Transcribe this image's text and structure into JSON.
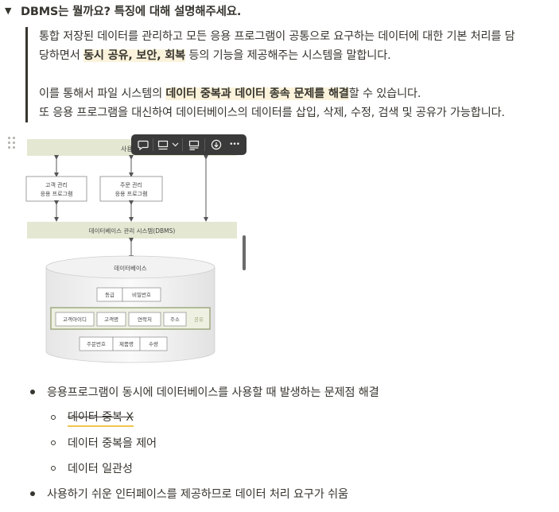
{
  "toggle": {
    "arrow": "▼",
    "title": "DBMS는 뭘까요? 특징에 대해 설명해주세요."
  },
  "quote": {
    "line1": "통합 저장된 데이터를 관리하고 모든 응용 프로그램이 공통으로 요구하는 데이터에 대한 기본 처리를 담",
    "line2_pre": "당하면서 ",
    "line2_hl": "동시 공유, 보안, 회복",
    "line2_post": " 등의 기능을 제공해주는 시스템을 말합니다.",
    "line3_pre": "이를 통해서 파일 시스템의 ",
    "line3_hl": "데이터 중복과 데이터 종속 문제를 해결",
    "line3_post": "할 수 있습니다.",
    "line4": "또 응용 프로그램을 대신하여 데이터베이스의 데이터를 삽입, 삭제, 수정, 검색 및 공유가 가능합니다."
  },
  "diagram": {
    "top_box": "사용",
    "app1_l1": "고객 관리",
    "app1_l2": "응용 프로그램",
    "app2_l1": "주문 관리",
    "app2_l2": "응용 프로그램",
    "dbms_bar": "데이터베이스 관리 시스템(DBMS)",
    "db_label": "데이터베이스",
    "row1": [
      "등급",
      "비밀번호"
    ],
    "row2": [
      "고객아이디",
      "고객명",
      "연락처",
      "주소"
    ],
    "row2_tag": "공유",
    "row3": [
      "주문번호",
      "제품명",
      "수량"
    ]
  },
  "toolbar": {
    "comment_icon": "speech-bubble-icon",
    "caption_icon": "caption-icon",
    "align_icon": "align-icon",
    "download_icon": "download-icon",
    "more_icon": "more-icon",
    "more_glyph": "•••"
  },
  "bullets": {
    "b1": "응용프로그램이 동시에 데이터베이스를 사용할 때 발생하는 문제점 해결",
    "b1_1": "데이터 중복 X",
    "b1_2": "데이터 중복을 제어",
    "b1_3": "데이터 일관성",
    "b2": "사용하기 쉬운 인터페이스를 제공하므로 데이터 처리 요구가 쉬움"
  },
  "colors": {
    "text": "#37352f",
    "highlight_bg": "#fbf3db",
    "diagram_green": "#e4e8d2",
    "diagram_border": "#9aa57a",
    "toolbar_bg": "#3a3a3a",
    "strike_underline": "#f0c550"
  }
}
